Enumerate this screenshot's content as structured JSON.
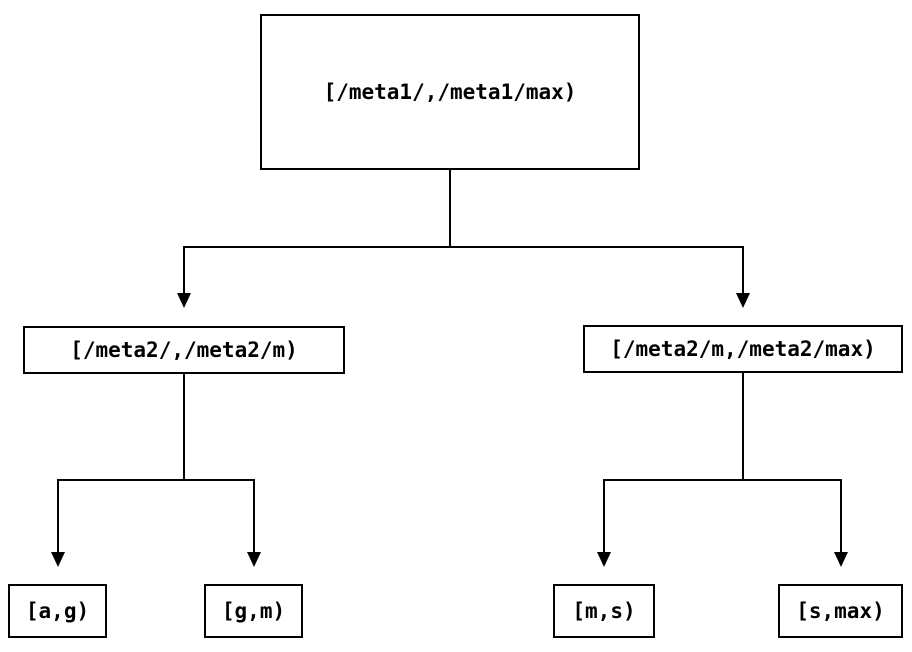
{
  "colors": {
    "background": "#ffffff",
    "node_fill": "#ffffff",
    "node_border": "#000000",
    "line": "#000000",
    "text": "#000000"
  },
  "tree": {
    "root": {
      "label": "[/meta1/,/meta1/max)",
      "children": [
        {
          "label": "[/meta2/,/meta2/m)",
          "children": [
            {
              "label": "[a,g)"
            },
            {
              "label": "[g,m)"
            }
          ]
        },
        {
          "label": "[/meta2/m,/meta2/max)",
          "children": [
            {
              "label": "[m,s)"
            },
            {
              "label": "[s,max)"
            }
          ]
        }
      ]
    }
  }
}
